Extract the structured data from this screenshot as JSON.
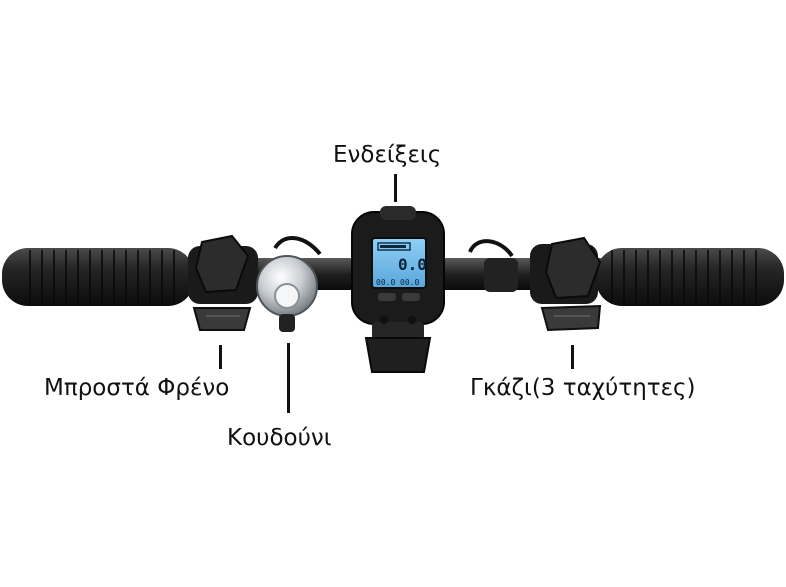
{
  "labels": {
    "display": "Ενδείξεις",
    "front_brake": "Μπροστά Φρένο",
    "bell": "Κουδούνι",
    "throttle": "Γκάζι(3 ταχύτητες)"
  },
  "lcd": {
    "speed": "0.0",
    "reading_left": "00.0",
    "reading_right": "00.0"
  },
  "colors": {
    "background": "#ffffff",
    "text": "#111111",
    "grip": "#1c1c1c",
    "lcd_screen": "#6fb8e8",
    "chrome": "#c9ced3"
  }
}
